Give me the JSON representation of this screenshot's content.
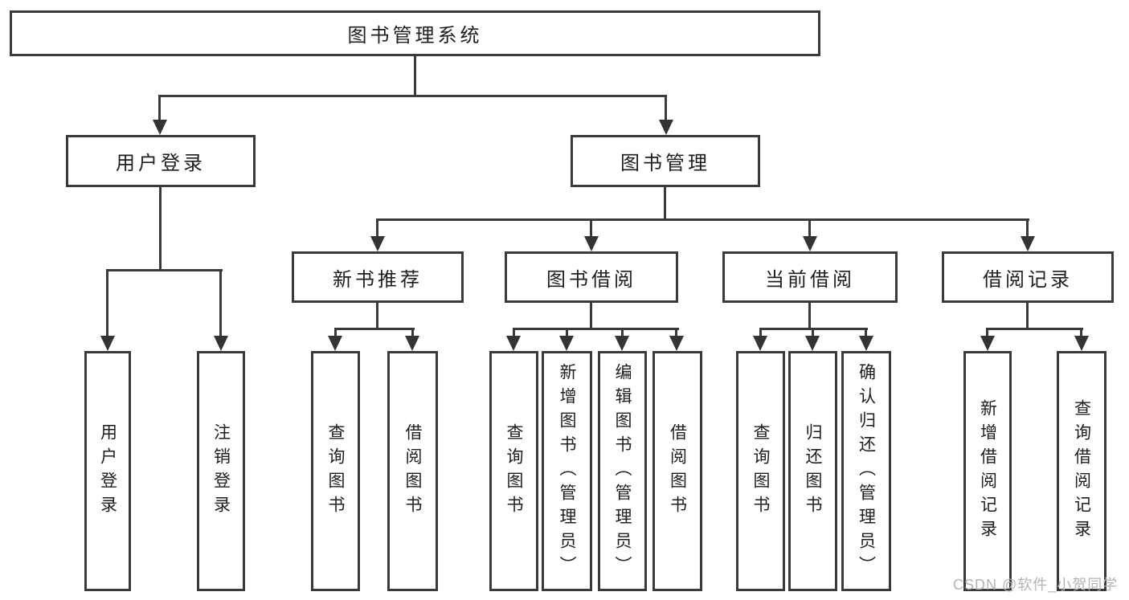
{
  "tree": {
    "root": {
      "label": "图书管理系统"
    },
    "branches": [
      {
        "label": "用户登录",
        "children": [
          {
            "label": "用户登录"
          },
          {
            "label": "注销登录"
          }
        ]
      },
      {
        "label": "图书管理",
        "sections": [
          {
            "label": "新书推荐",
            "children": [
              {
                "label": "查询图书"
              },
              {
                "label": "借阅图书"
              }
            ]
          },
          {
            "label": "图书借阅",
            "children": [
              {
                "label": "查询图书"
              },
              {
                "label": "新增图书（管理员）"
              },
              {
                "label": "编辑图书（管理员）"
              },
              {
                "label": "借阅图书"
              }
            ]
          },
          {
            "label": "当前借阅",
            "children": [
              {
                "label": "查询图书"
              },
              {
                "label": "归还图书"
              },
              {
                "label": "确认归还（管理员）"
              }
            ]
          },
          {
            "label": "借阅记录",
            "children": [
              {
                "label": "新增借阅记录"
              },
              {
                "label": "查询借阅记录"
              }
            ]
          }
        ]
      }
    ]
  },
  "watermark": {
    "text": "CSDN @软件_小贺同学"
  }
}
